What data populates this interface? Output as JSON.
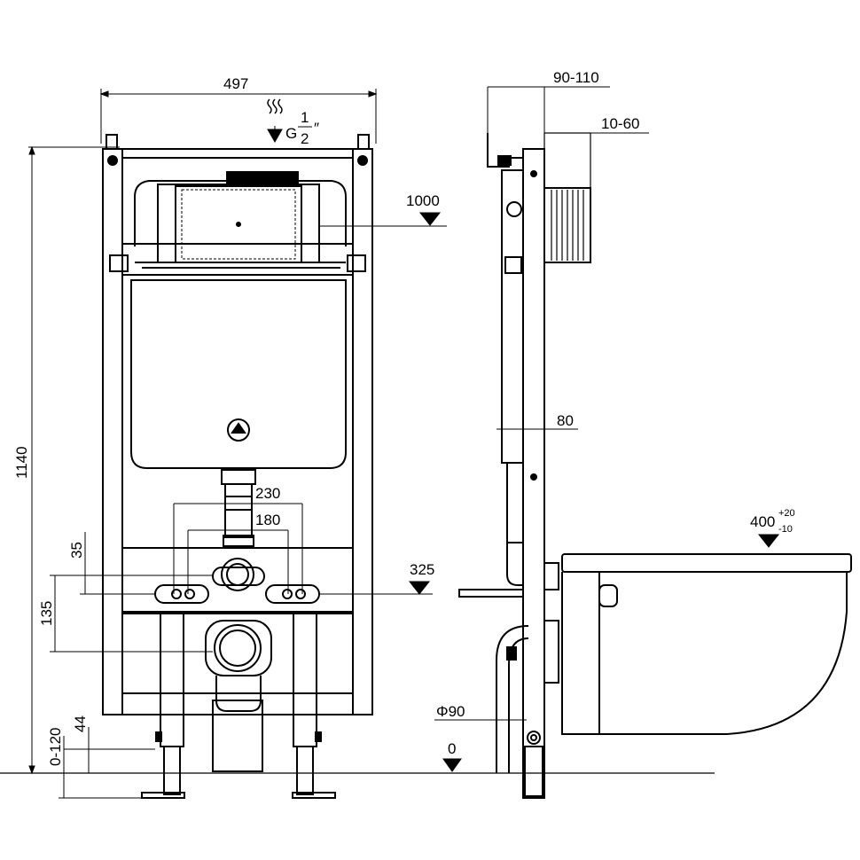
{
  "dimensions": {
    "width_497": "497",
    "height_1140": "1140",
    "pipe_g_prefix": "G",
    "pipe_g_num": "1",
    "pipe_g_den": "2",
    "pipe_g_suffix": "″",
    "level_1000": "1000",
    "spacing_230": "230",
    "spacing_180": "180",
    "offset_35": "35",
    "offset_135": "135",
    "level_325": "325",
    "adjust_0_120": "0-120",
    "offset_44": "44",
    "depth_90_110": "90-110",
    "depth_10_60": "10-60",
    "frame_80": "80",
    "pipe_phi90": "Φ90",
    "floor_0": "0",
    "bowl_400": "400",
    "bowl_400_plus": "+20",
    "bowl_400_minus": "-10"
  }
}
